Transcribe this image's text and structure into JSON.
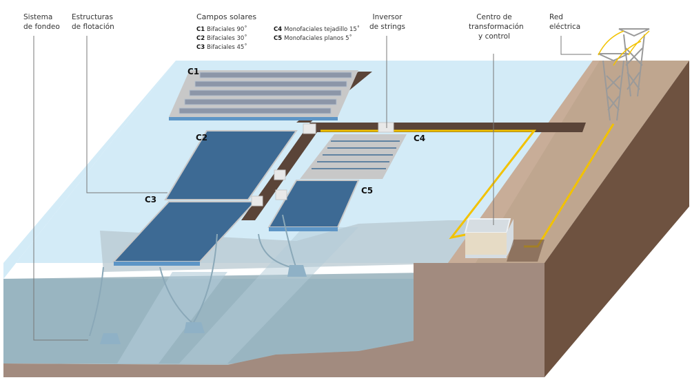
{
  "labels": {
    "mooring": [
      "Sistema",
      "de fondeo"
    ],
    "floats": [
      "Estructuras",
      "de flotación"
    ],
    "inverter": [
      "Inversor",
      "de strings"
    ],
    "substation": [
      "Centro de",
      "transformación",
      "y control"
    ],
    "grid": [
      "Red",
      "eléctrica"
    ]
  },
  "legend": {
    "title": "Campos solares",
    "items": [
      {
        "code": "C1",
        "text": "Bifaciales 90˚"
      },
      {
        "code": "C4",
        "text": "Monofaciales tejadillo 15˚"
      },
      {
        "code": "C2",
        "text": "Bifaciales 30˚"
      },
      {
        "code": "C5",
        "text": "Monofaciales planos 5˚"
      },
      {
        "code": "C3",
        "text": "Bifaciales 45˚"
      }
    ]
  },
  "fields": [
    "C1",
    "C2",
    "C3",
    "C4",
    "C5"
  ],
  "colors": {
    "water_surface": "#d3ebf7",
    "water_deep": "#a7cde0",
    "seabed": "#a28b7f",
    "land_top": "#bfa68f",
    "land_side": "#6e5240",
    "walkway": "#5a4438",
    "cable": "#f2c200",
    "panel_blue": "#3d6a94",
    "float_blue": "#5d95c6"
  }
}
